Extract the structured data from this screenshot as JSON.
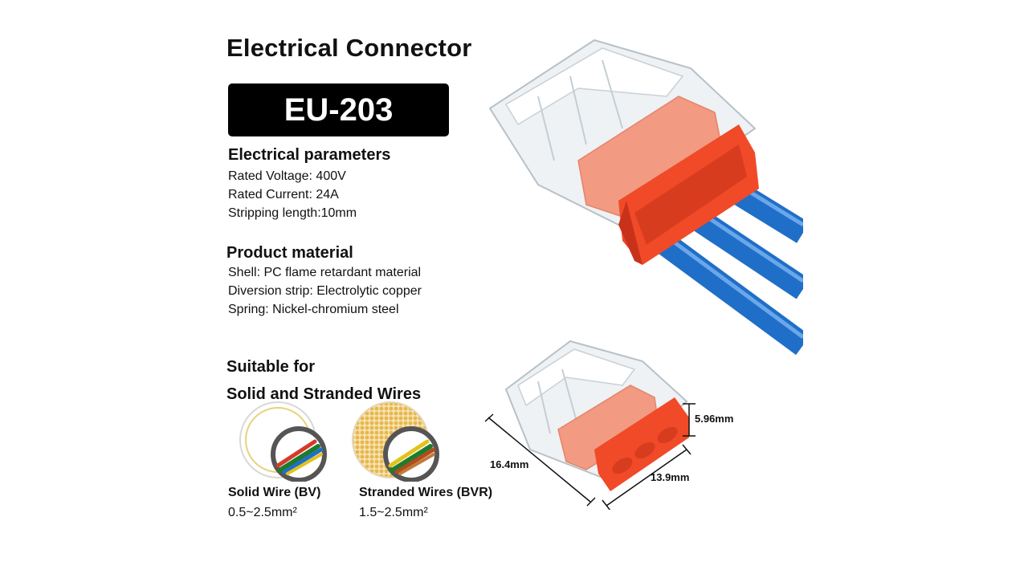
{
  "title": "Electrical Connector",
  "model": "EU-203",
  "electrical_parameters": {
    "heading": "Electrical parameters",
    "lines": [
      "Rated Voltage: 400V",
      "Rated Current: 24A",
      "Stripping length:10mm"
    ]
  },
  "product_material": {
    "heading": "Product material",
    "lines": [
      "Shell: PC flame retardant material",
      "Diversion strip: Electrolytic copper",
      "Spring: Nickel-chromium steel"
    ]
  },
  "suitable": {
    "line1": "Suitable for",
    "line2": "Solid and Stranded Wires"
  },
  "wires": {
    "solid": {
      "label": "Solid Wire (BV)",
      "range": "0.5~2.5mm²"
    },
    "stranded": {
      "label": "Stranded Wires (BVR)",
      "range": "1.5~2.5mm²"
    }
  },
  "dimensions": {
    "height": "5.96mm",
    "length": "16.4mm",
    "width": "13.9mm"
  },
  "colors": {
    "accent_orange": "#f04a28",
    "wire_blue": "#1f6fc8",
    "label_black": "#000000"
  }
}
